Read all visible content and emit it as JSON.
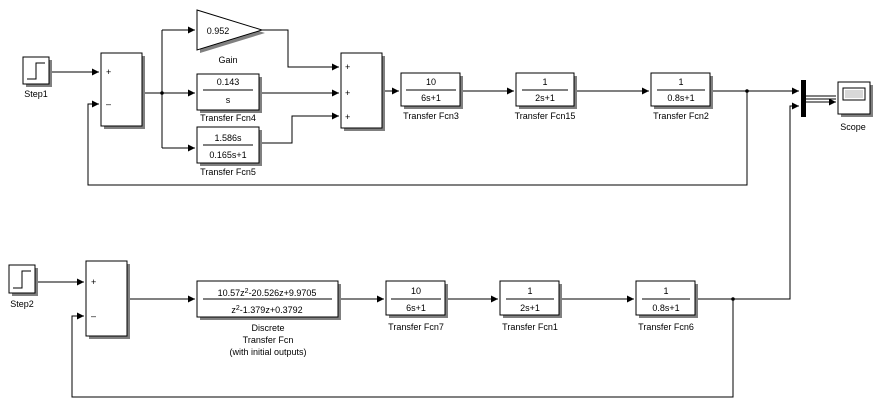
{
  "blocks": {
    "step1": {
      "label": "Step1"
    },
    "step2": {
      "label": "Step2"
    },
    "sum_top": {
      "signs": [
        "+",
        "–"
      ]
    },
    "sum_bottom": {
      "signs": [
        "+",
        "–"
      ]
    },
    "sum_pid": {
      "signs": [
        "+",
        "+",
        "+"
      ]
    },
    "gain": {
      "value": "0.952",
      "label": "Gain"
    },
    "tf4": {
      "num": "0.143",
      "den": "s",
      "label": "Transfer Fcn4"
    },
    "tf5": {
      "num": "1.586s",
      "den": "0.165s+1",
      "label": "Transfer Fcn5"
    },
    "tf3": {
      "num": "10",
      "den": "6s+1",
      "label": "Transfer Fcn3"
    },
    "tf15": {
      "num": "1",
      "den": "2s+1",
      "label": "Transfer Fcn15"
    },
    "tf2": {
      "num": "1",
      "den": "0.8s+1",
      "label": "Transfer Fcn2"
    },
    "dtf": {
      "num_a": "10.57z",
      "num_exp": "2",
      "num_b": "-20.526z+9.9705",
      "den_a": "z",
      "den_exp": "2",
      "den_b": "-1.379z+0.3792",
      "label_line1": "Discrete",
      "label_line2": "Transfer Fcn",
      "label_line3": "(with initial outputs)"
    },
    "tf7": {
      "num": "10",
      "den": "6s+1",
      "label": "Transfer Fcn7"
    },
    "tf1": {
      "num": "1",
      "den": "2s+1",
      "label": "Transfer Fcn1"
    },
    "tf6": {
      "num": "1",
      "den": "0.8s+1",
      "label": "Transfer Fcn6"
    },
    "scope": {
      "label": "Scope"
    }
  }
}
